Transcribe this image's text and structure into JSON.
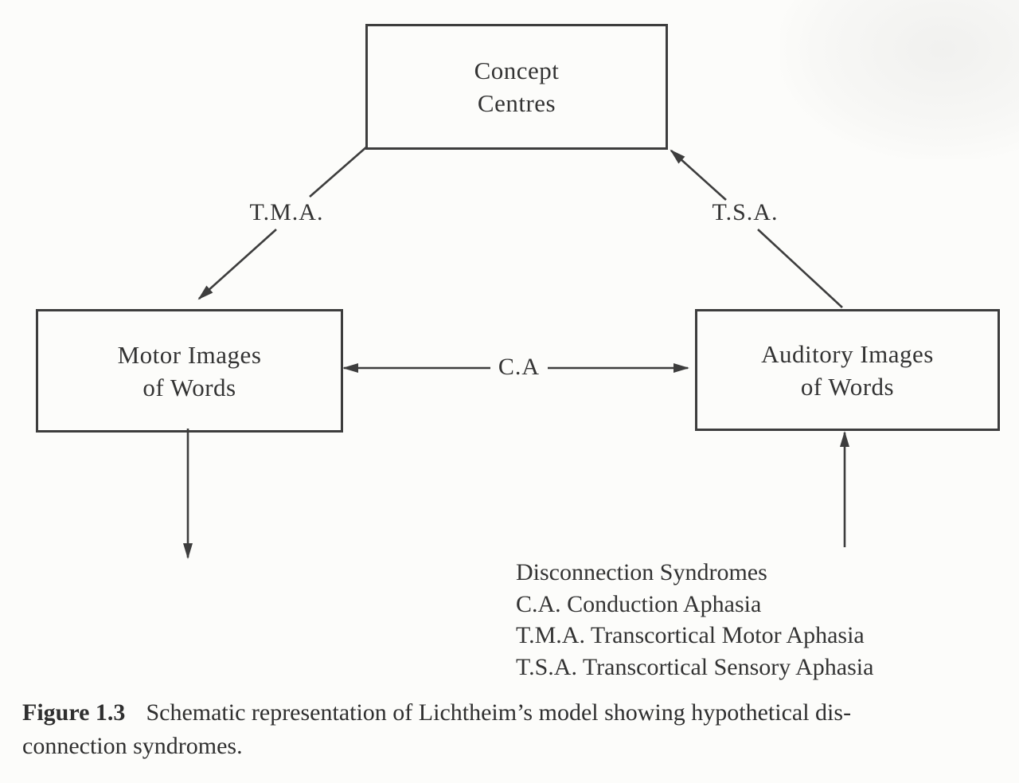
{
  "diagram": {
    "nodes": {
      "concept": {
        "line1": "Concept",
        "line2": "Centres"
      },
      "motor": {
        "line1": "Motor Images",
        "line2": "of Words"
      },
      "auditory": {
        "line1": "Auditory Images",
        "line2": "of Words"
      }
    },
    "edge_labels": {
      "tma": "T.M.A.",
      "tsa": "T.S.A.",
      "ca": "C.A"
    },
    "legend": {
      "title": "Disconnection Syndromes",
      "items": [
        "C.A. Conduction Aphasia",
        "T.M.A. Transcortical Motor Aphasia",
        "T.S.A. Transcortical Sensory Aphasia"
      ]
    },
    "caption": {
      "figure_label": "Figure 1.3",
      "line1": "Schematic representation of Lichtheim’s model showing hypothetical dis-",
      "line2": "connection syndromes."
    },
    "colors": {
      "ink": "#3d3d3d",
      "text": "#333333",
      "background": "#fcfcfa"
    }
  }
}
